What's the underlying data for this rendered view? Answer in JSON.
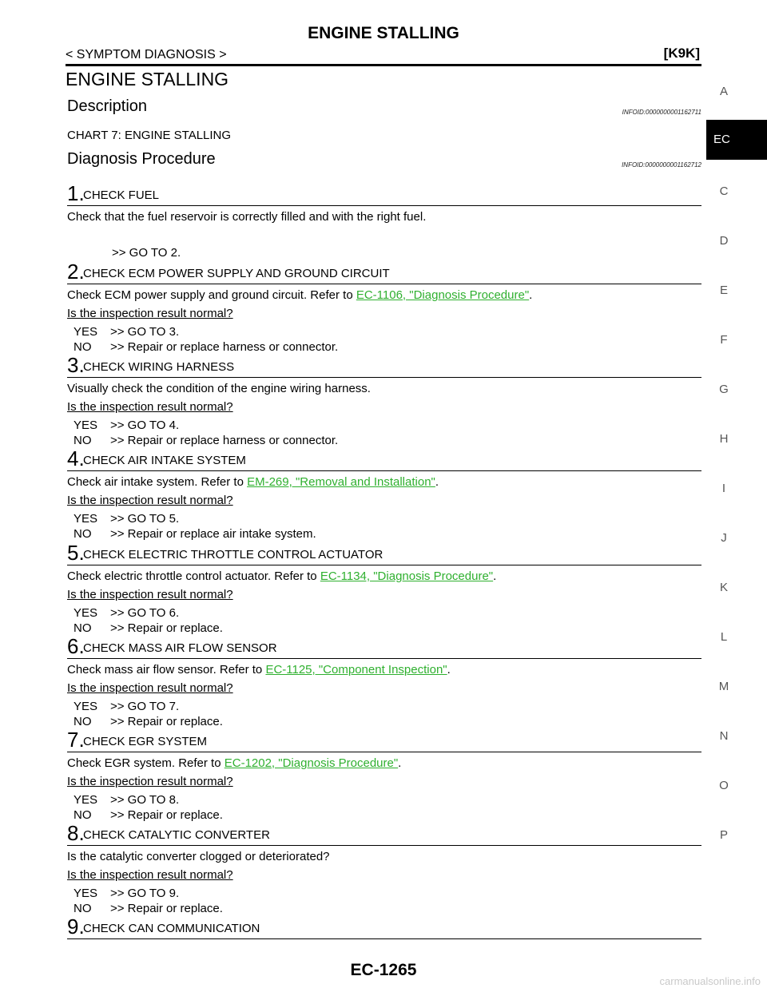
{
  "header": {
    "title": "ENGINE STALLING",
    "breadcrumb": "< SYMPTOM DIAGNOSIS >",
    "model": "[K9K]"
  },
  "page_title": "ENGINE STALLING",
  "description": {
    "title": "Description",
    "infoid": "INFOID:0000000001162711",
    "text": "CHART 7: ENGINE STALLING"
  },
  "diagnosis": {
    "title": "Diagnosis Procedure",
    "infoid": "INFOID:0000000001162712"
  },
  "steps": [
    {
      "num": "1.",
      "title": "CHECK FUEL",
      "text_before": "Check that the fuel reservoir is correctly filled and with the right fuel.",
      "link": "",
      "text_after": "",
      "goto": ">> GO TO 2."
    },
    {
      "num": "2.",
      "title": "CHECK ECM POWER SUPPLY AND GROUND CIRCUIT",
      "text_before": "Check ECM power supply and ground circuit. Refer to ",
      "link": "EC-1106, \"Diagnosis Procedure\"",
      "text_after": ".",
      "question": "Is the inspection result normal?",
      "yes_key": "YES",
      "yes": ">> GO TO 3.",
      "no_key": "NO",
      "no": ">> Repair or replace harness or connector."
    },
    {
      "num": "3.",
      "title": "CHECK WIRING HARNESS",
      "text_before": "Visually check the condition of the engine wiring harness.",
      "link": "",
      "text_after": "",
      "question": "Is the inspection result normal?",
      "yes_key": "YES",
      "yes": ">> GO TO 4.",
      "no_key": "NO",
      "no": ">> Repair or replace harness or connector."
    },
    {
      "num": "4.",
      "title": "CHECK AIR INTAKE SYSTEM",
      "text_before": "Check air intake system. Refer to ",
      "link": "EM-269, \"Removal and Installation\"",
      "text_after": ".",
      "question": "Is the inspection result normal?",
      "yes_key": "YES",
      "yes": ">> GO TO 5.",
      "no_key": "NO",
      "no": ">> Repair or replace air intake system."
    },
    {
      "num": "5.",
      "title": "CHECK ELECTRIC THROTTLE CONTROL ACTUATOR",
      "text_before": "Check electric throttle control actuator. Refer to ",
      "link": "EC-1134, \"Diagnosis Procedure\"",
      "text_after": ".",
      "question": "Is the inspection result normal?",
      "yes_key": "YES",
      "yes": ">> GO TO 6.",
      "no_key": "NO",
      "no": ">> Repair or replace."
    },
    {
      "num": "6.",
      "title": "CHECK MASS AIR FLOW SENSOR",
      "text_before": "Check mass air flow sensor. Refer to ",
      "link": "EC-1125, \"Component Inspection\"",
      "text_after": ".",
      "question": "Is the inspection result normal?",
      "yes_key": "YES",
      "yes": ">> GO TO 7.",
      "no_key": "NO",
      "no": ">> Repair or replace."
    },
    {
      "num": "7.",
      "title": "CHECK EGR SYSTEM",
      "text_before": "Check EGR system. Refer to ",
      "link": "EC-1202, \"Diagnosis Procedure\"",
      "text_after": ".",
      "question": "Is the inspection result normal?",
      "yes_key": "YES",
      "yes": ">> GO TO 8.",
      "no_key": "NO",
      "no": ">> Repair or replace."
    },
    {
      "num": "8.",
      "title": "CHECK CATALYTIC CONVERTER",
      "text_before": "Is the catalytic converter clogged or deteriorated?",
      "link": "",
      "text_after": "",
      "question": "Is the inspection result normal?",
      "yes_key": "YES",
      "yes": ">> GO TO 9.",
      "no_key": "NO",
      "no": ">> Repair or replace."
    },
    {
      "num": "9.",
      "title": "CHECK CAN COMMUNICATION"
    }
  ],
  "side_tabs": [
    "A",
    "EC",
    "C",
    "D",
    "E",
    "F",
    "G",
    "H",
    "I",
    "J",
    "K",
    "L",
    "M",
    "N",
    "O",
    "P"
  ],
  "active_tab": "EC",
  "footer": {
    "page_number": "EC-1265",
    "watermark": "carmanualsonline.info"
  }
}
